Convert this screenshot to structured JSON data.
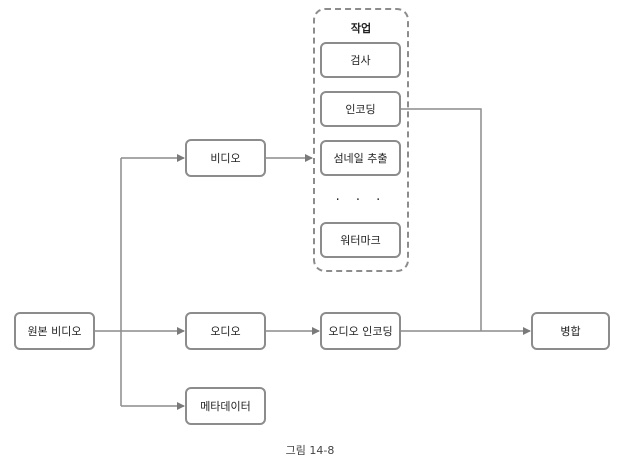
{
  "nodes": {
    "source_video": "원본 비디오",
    "video": "비디오",
    "audio": "오디오",
    "metadata": "메타데이터",
    "audio_encoding": "오디오 인코딩",
    "merge": "병합"
  },
  "tasks": {
    "title": "작업",
    "items": [
      "검사",
      "인코딩",
      "섬네일 추출",
      "워터마크"
    ],
    "ellipsis": "· · ·"
  },
  "caption": "그림 14-8",
  "colors": {
    "line": "#8c8c8c",
    "arrow": "#7a7a7a",
    "background": "#ffffff"
  }
}
